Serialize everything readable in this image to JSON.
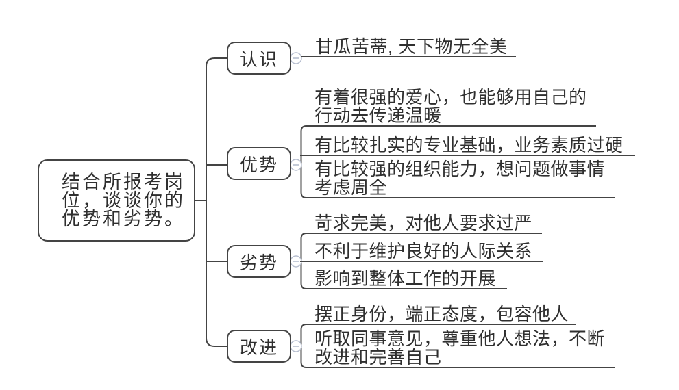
{
  "root": {
    "lines": [
      "结合所报考岗",
      "位，谈谈你的",
      "优势和劣势。"
    ]
  },
  "branches": [
    {
      "label": "认识",
      "leaves": [
        {
          "lines": [
            "甘瓜苦蒂, 天下物无全美"
          ]
        }
      ]
    },
    {
      "label": "优势",
      "leaves": [
        {
          "lines": [
            "有着很强的爱心，也能够用自己的",
            "行动去传递温暖"
          ]
        },
        {
          "lines": [
            "有比较扎实的专业基础，业务素质过硬"
          ]
        },
        {
          "lines": [
            "有比较强的组织能力，想问题做事情",
            "考虑周全"
          ]
        }
      ]
    },
    {
      "label": "劣势",
      "leaves": [
        {
          "lines": [
            "苛求完美，对他人要求过严"
          ]
        },
        {
          "lines": [
            "不利于维护良好的人际关系"
          ]
        },
        {
          "lines": [
            "影响到整体工作的开展"
          ]
        }
      ]
    },
    {
      "label": "改进",
      "leaves": [
        {
          "lines": [
            "摆正身份，端正态度，包容他人"
          ]
        },
        {
          "lines": [
            "听取同事意见，尊重他人想法，不断",
            "改进和完善自己"
          ]
        }
      ]
    }
  ],
  "icons": {
    "collapse_glyph": "−"
  },
  "colors": {
    "line": "#444444",
    "text": "#2f2f2f",
    "collapse_stroke": "#b6becf",
    "background": "#ffffff"
  }
}
